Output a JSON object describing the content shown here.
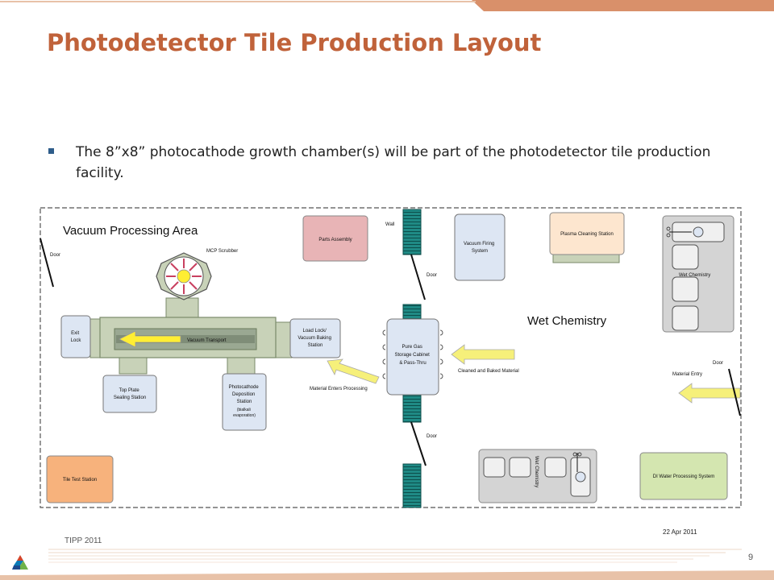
{
  "slide": {
    "title": "Photodetector Tile Production Layout",
    "bullet": "The 8”x8” photocathode growth chamber(s) will be part of the photodetector tile production facility.",
    "footer": "TIPP 2011",
    "date": "22 Apr 2011",
    "page": "9"
  },
  "diagram": {
    "vacuum_area": "Vacuum Processing Area",
    "wet_chem_area": "Wet Chemistry",
    "mcp_scrubber": "MCP Scrubber",
    "vacuum_transport": "Vacuum Transport",
    "exit_lock": [
      "Exit",
      "Lock"
    ],
    "load_lock": [
      "Load Lock/",
      "Vacuum Baking",
      "Station"
    ],
    "top_plate": [
      "Top Plate",
      "Sealing Station"
    ],
    "photocathode": [
      "Photocathode",
      "Deposition",
      "Station"
    ],
    "photocathode_note": [
      "(bialkali",
      "evaporation)"
    ],
    "tile_test": "Tile Test Station",
    "parts_assembly": "Parts Assembly",
    "vacuum_firing": [
      "Vacuum Firing",
      "System"
    ],
    "plasma_cleaning": "Plasma Cleaning Station",
    "pure_gas": [
      "Pure Gas",
      "Storage Cabinet",
      "& Pass-Thru"
    ],
    "cleaned_baked": "Cleaned and Baked Material",
    "material_enters": "Material Enters Processing",
    "material_entry": "Material Entry",
    "wet_chemistry_station": "Wet Chemistry",
    "wet_chemistry_vertical": "Wet Chemistry",
    "di_water": "DI Water Processing System",
    "door": "Door",
    "wall": "Wall"
  }
}
